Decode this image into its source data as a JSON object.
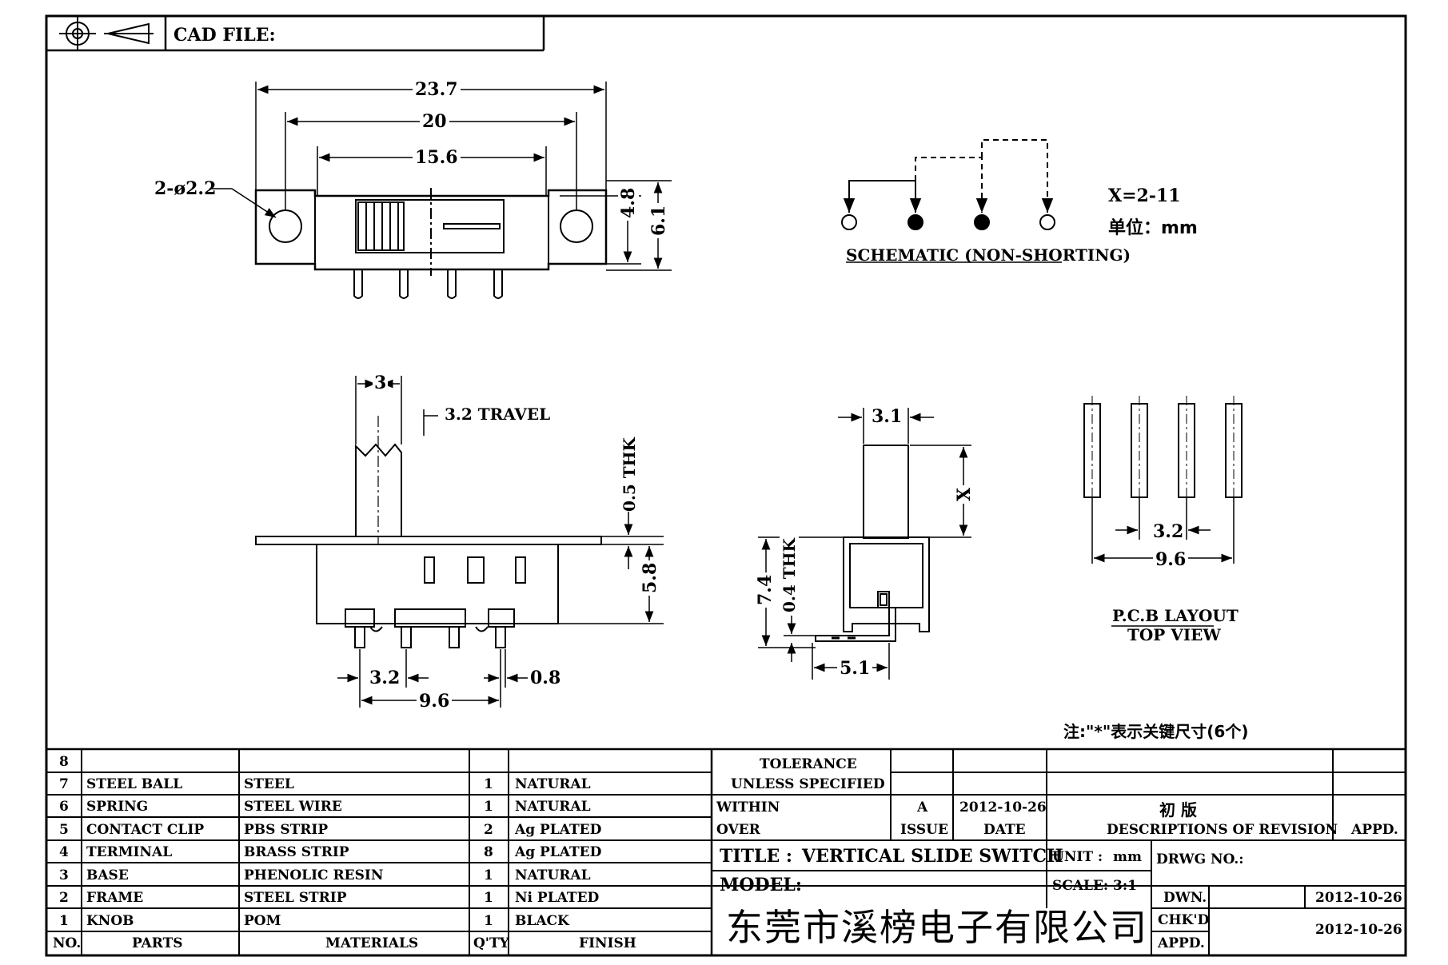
{
  "header": {
    "cad_file_label": "CAD FILE:"
  },
  "top_view": {
    "dim_overall": "23.7",
    "dim_mount": "20",
    "dim_slot": "15.6",
    "hole_label": "2-ø2.2",
    "dim_height_inner": "4.8",
    "dim_height_outer": "6.1"
  },
  "schematic": {
    "range_label": "X=2-11",
    "unit_label": "单位：mm",
    "caption": "SCHEMATIC (NON-SHORTING)"
  },
  "side_view": {
    "dim_knob": "3",
    "travel_label": "3.2 TRAVEL",
    "thk_label": "0.5 THK",
    "dim_body_height": "5.8",
    "dim_pitch": "3.2",
    "dim_pin": "0.8",
    "dim_span": "9.6"
  },
  "end_view": {
    "dim_knob": "3.1",
    "dim_x": "X",
    "dim_height": "7.4",
    "thk_label": "0.4 THK",
    "dim_width": "5.1"
  },
  "pcb_layout": {
    "dim_pitch": "3.2",
    "dim_span": "9.6",
    "caption_line1": "P.C.B LAYOUT",
    "caption_line2": "TOP VIEW"
  },
  "note": "注:\"*\"表示关键尺寸(6个)",
  "bom": {
    "headers": {
      "no": "NO.",
      "parts": "PARTS",
      "materials": "MATERIALS",
      "qty": "Q'TY",
      "finish": "FINISH"
    },
    "rows": [
      {
        "no": "8",
        "part": "",
        "material": "",
        "qty": "",
        "finish": ""
      },
      {
        "no": "7",
        "part": "STEEL BALL",
        "material": "STEEL",
        "qty": "1",
        "finish": "NATURAL"
      },
      {
        "no": "6",
        "part": "SPRING",
        "material": "STEEL WIRE",
        "qty": "1",
        "finish": "NATURAL"
      },
      {
        "no": "5",
        "part": "CONTACT CLIP",
        "material": "PBS STRIP",
        "qty": "2",
        "finish": "Ag PLATED"
      },
      {
        "no": "4",
        "part": "TERMINAL",
        "material": "BRASS STRIP",
        "qty": "8",
        "finish": "Ag PLATED"
      },
      {
        "no": "3",
        "part": "BASE",
        "material": "PHENOLIC RESIN",
        "qty": "1",
        "finish": "NATURAL"
      },
      {
        "no": "2",
        "part": "FRAME",
        "material": "STEEL STRIP",
        "qty": "1",
        "finish": "Ni PLATED"
      },
      {
        "no": "1",
        "part": "KNOB",
        "material": "POM",
        "qty": "1",
        "finish": "BLACK"
      }
    ]
  },
  "title_block": {
    "tolerance_line1": "TOLERANCE",
    "tolerance_line2": "UNLESS   SPECIFIED",
    "within": "WITHIN",
    "over": "OVER",
    "issue_value": "A",
    "date_value": "2012-10-26",
    "revision_desc": "初  版",
    "issue_label": "ISSUE",
    "date_label": "DATE",
    "desc_label": "DESCRIPTIONS OF REVISION",
    "appd_label": "APPD.",
    "title_label": "TITLE :",
    "title_value": "VERTICAL SLIDE SWITCH",
    "unit_label": "UNIT :",
    "unit_value": "mm",
    "drwg_label": "DRWG NO.:",
    "model_label": "MODEL:",
    "scale_label": "SCALE:",
    "scale_value": "3:1",
    "dwn_label": "DWN.",
    "dwn_date": "2012-10-26",
    "chkd_label": "CHK'D",
    "chkd_date": "2012-10-26",
    "appd2_label": "APPD.",
    "company": "东莞市溪榜电子有限公司"
  }
}
